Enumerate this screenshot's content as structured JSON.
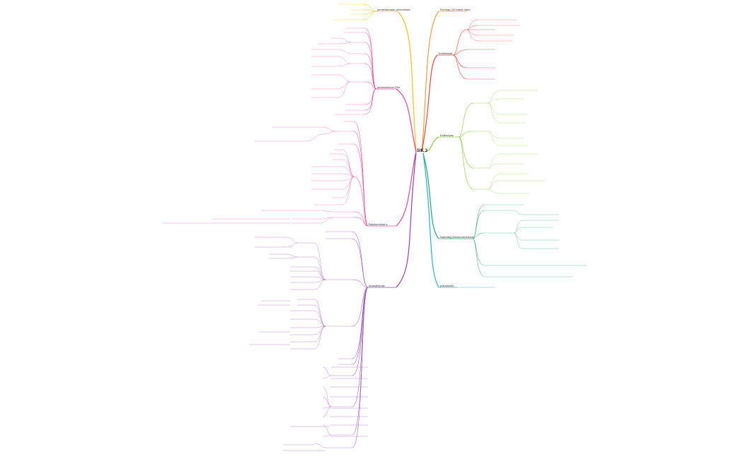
{
  "root": {
    "label": "SIK 3"
  },
  "branches": {
    "b1": "Ro'chap (10 bukut ham)",
    "b2": "Kelemlawit",
    "b3": "Kalenriyas",
    "b4": "Naerlakg elelam kenemoxs",
    "b5": "planaskola",
    "b6": "pemenlamaan pemuteana",
    "b7": "pemenleseon Riln",
    "b8": "Baiokumekat a",
    "b9": "musalemnae"
  },
  "colors": {
    "orange": "#f39c39",
    "red": "#e4483a",
    "lime": "#8cc63f",
    "green": "#2ea36a",
    "teal": "#1fb7c9",
    "yellow": "#f1c40f",
    "pink": "#e84393",
    "violet": "#8e44ad",
    "blue": "#1b8fd3"
  }
}
